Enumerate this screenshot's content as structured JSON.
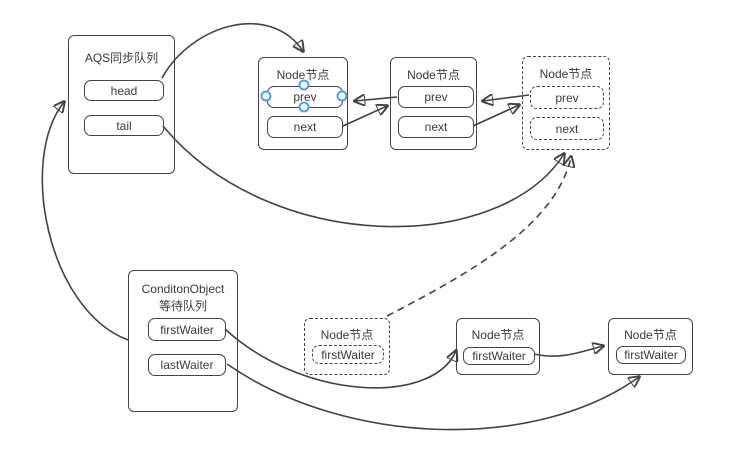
{
  "diagram": {
    "aqs": {
      "title": "AQS同步队列",
      "head": "head",
      "tail": "tail"
    },
    "sync_nodes": {
      "n1": {
        "title": "Node节点",
        "prev": "prev",
        "next": "next"
      },
      "n2": {
        "title": "Node节点",
        "prev": "prev",
        "next": "next"
      },
      "n3": {
        "title": "Node节点",
        "prev": "prev",
        "next": "next"
      }
    },
    "condition": {
      "title_line1": "ConditonObject",
      "title_line2": "等待队列",
      "first": "firstWaiter",
      "last": "lastWaiter"
    },
    "wait_nodes": {
      "w1": {
        "title": "Node节点",
        "first": "firstWaiter"
      },
      "w2": {
        "title": "Node节点",
        "first": "firstWaiter"
      },
      "w3": {
        "title": "Node节点",
        "first": "firstWaiter"
      }
    },
    "colors": {
      "stroke": "#424242",
      "text": "#3b3b3b",
      "selection_handle": "#35a0ea",
      "background": "#ffffff"
    }
  }
}
